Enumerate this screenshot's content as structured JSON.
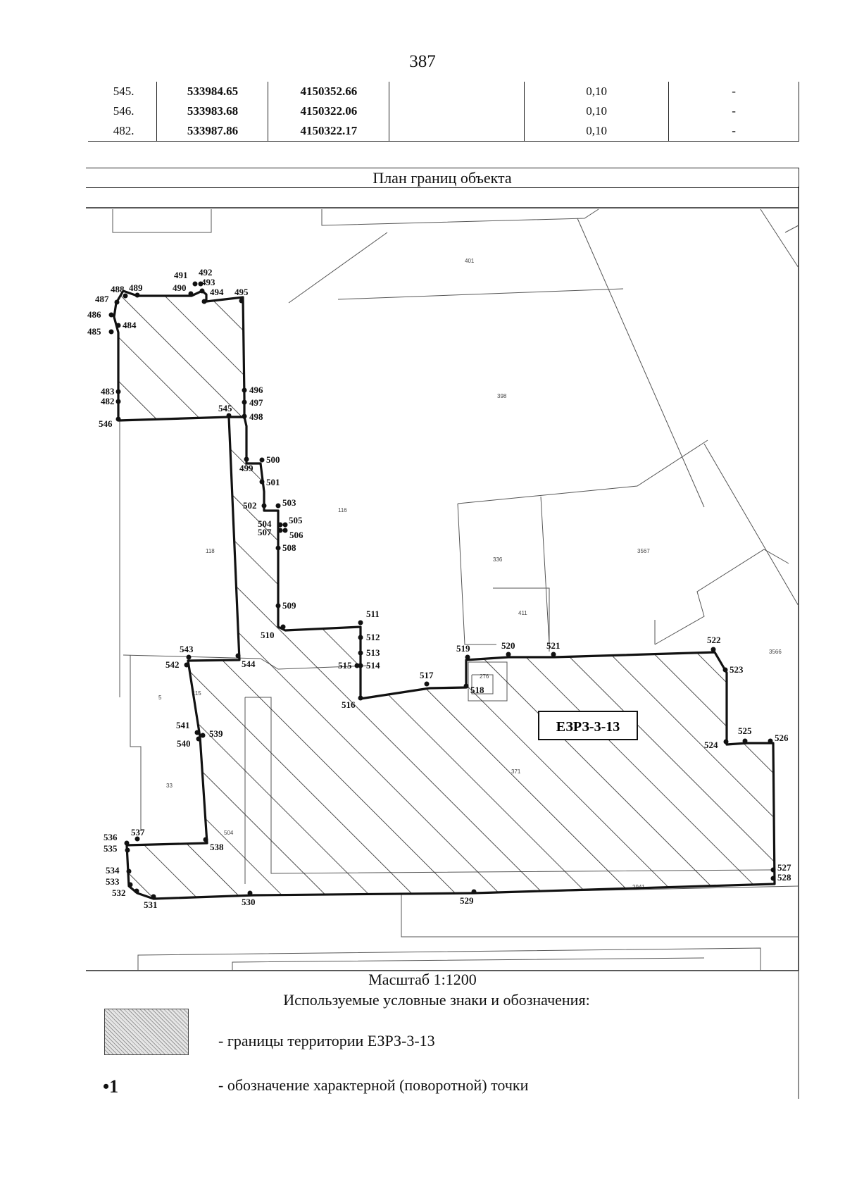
{
  "page_number": "387",
  "coordinates_table": {
    "rows": [
      {
        "point": "545.",
        "x": "533984.65",
        "y": "4150352.66",
        "empty": "",
        "accuracy": "0,10",
        "note": "-"
      },
      {
        "point": "546.",
        "x": "533983.68",
        "y": "4150322.06",
        "empty": "",
        "accuracy": "0,10",
        "note": "-"
      },
      {
        "point": "482.",
        "x": "533987.86",
        "y": "4150322.17",
        "empty": "",
        "accuracy": "0,10",
        "note": "-"
      }
    ]
  },
  "plan_title": "План границ объекта",
  "zone_label": "ЕЗРЗ-3-13",
  "parcel_labels": [
    "401",
    "398",
    "116",
    "118",
    "336",
    "3567",
    "411",
    "3566",
    "276",
    "115",
    "5",
    "33",
    "371",
    "504",
    "2941"
  ],
  "point_labels": [
    "482",
    "483",
    "484",
    "485",
    "486",
    "487",
    "488",
    "489",
    "490",
    "491",
    "492",
    "493",
    "494",
    "495",
    "496",
    "497",
    "498",
    "499",
    "500",
    "501",
    "502",
    "503",
    "504",
    "505",
    "506",
    "507",
    "508",
    "509",
    "510",
    "511",
    "512",
    "513",
    "514",
    "515",
    "516",
    "517",
    "518",
    "519",
    "520",
    "521",
    "522",
    "523",
    "524",
    "525",
    "526",
    "527",
    "528",
    "529",
    "530",
    "531",
    "532",
    "533",
    "534",
    "535",
    "536",
    "537",
    "538",
    "539",
    "540",
    "541",
    "542",
    "543",
    "544",
    "545",
    "546"
  ],
  "scale": "Масштаб 1:1200",
  "legend": {
    "title": "Используемые условные знаки и обозначения:",
    "items": [
      {
        "symbol": "hatched-box",
        "text": "- границы территории ЕЗРЗ-3-13"
      },
      {
        "symbol": "•1",
        "text": "- обозначение характерной (поворотной) точки"
      }
    ]
  }
}
